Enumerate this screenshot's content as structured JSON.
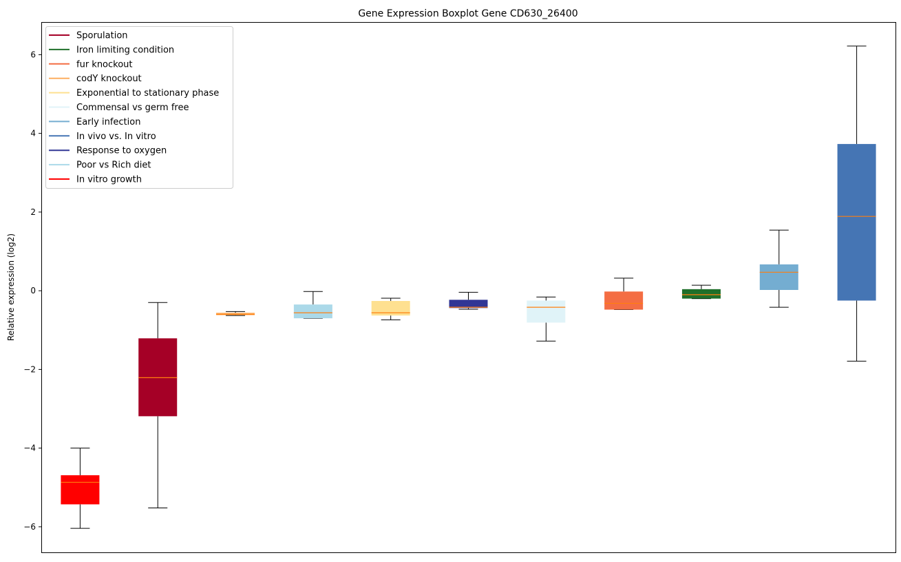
{
  "chart_data": {
    "type": "boxplot",
    "title": "Gene Expression Boxplot Gene CD630_26400",
    "xlabel": "",
    "ylabel": "Relative expression (log2)",
    "ylim": [
      -6.65,
      6.83
    ],
    "yticks": [
      -6,
      -4,
      -2,
      0,
      2,
      4,
      6
    ],
    "ytick_labels": [
      "−6",
      "−4",
      "−2",
      "0",
      "2",
      "4",
      "6"
    ],
    "grid": false,
    "legend_position": "top-left",
    "median_color": "#ff7f0e",
    "legend": [
      {
        "label": "Sporulation",
        "color": "#a50026"
      },
      {
        "label": "Iron limiting condition",
        "color": "#1f6f2a"
      },
      {
        "label": "fur knockout",
        "color": "#f46d43"
      },
      {
        "label": "codY knockout",
        "color": "#fdae61"
      },
      {
        "label": "Exponential to stationary phase",
        "color": "#fee090"
      },
      {
        "label": "Commensal vs germ free",
        "color": "#e0f3f8"
      },
      {
        "label": "Early infection",
        "color": "#74add1"
      },
      {
        "label": "In vivo vs. In vitro",
        "color": "#4575b4"
      },
      {
        "label": "Response to oxygen",
        "color": "#313695"
      },
      {
        "label": "Poor vs Rich diet",
        "color": "#abd9e9"
      },
      {
        "label": "In vitro growth",
        "color": "#ff0000"
      }
    ],
    "boxes": [
      {
        "name": "In vitro growth",
        "color": "#ff0000",
        "whisker_low": -6.04,
        "q1": -5.43,
        "median": -4.87,
        "q3": -4.69,
        "whisker_high": -4.0
      },
      {
        "name": "Sporulation",
        "color": "#a50026",
        "whisker_low": -5.52,
        "q1": -3.19,
        "median": -2.21,
        "q3": -1.21,
        "whisker_high": -0.3
      },
      {
        "name": "codY knockout",
        "color": "#fdae61",
        "whisker_low": -0.63,
        "q1": -0.62,
        "median": -0.6,
        "q3": -0.56,
        "whisker_high": -0.53
      },
      {
        "name": "Poor vs Rich diet",
        "color": "#abd9e9",
        "whisker_low": -0.7,
        "q1": -0.7,
        "median": -0.56,
        "q3": -0.35,
        "whisker_high": -0.02
      },
      {
        "name": "Exponential to stationary phase",
        "color": "#fee090",
        "whisker_low": -0.74,
        "q1": -0.63,
        "median": -0.56,
        "q3": -0.26,
        "whisker_high": -0.19
      },
      {
        "name": "Response to oxygen",
        "color": "#313695",
        "whisker_low": -0.47,
        "q1": -0.44,
        "median": -0.42,
        "q3": -0.23,
        "whisker_high": -0.04
      },
      {
        "name": "Commensal vs germ free",
        "color": "#e0f3f8",
        "whisker_low": -1.28,
        "q1": -0.81,
        "median": -0.42,
        "q3": -0.25,
        "whisker_high": -0.16
      },
      {
        "name": "fur knockout",
        "color": "#f46d43",
        "whisker_low": -0.48,
        "q1": -0.48,
        "median": -0.32,
        "q3": -0.02,
        "whisker_high": 0.32
      },
      {
        "name": "Iron limiting condition",
        "color": "#1f6f2a",
        "whisker_low": -0.2,
        "q1": -0.2,
        "median": -0.1,
        "q3": 0.04,
        "whisker_high": 0.14
      },
      {
        "name": "Early infection",
        "color": "#74add1",
        "whisker_low": -0.42,
        "q1": 0.02,
        "median": 0.47,
        "q3": 0.67,
        "whisker_high": 1.54
      },
      {
        "name": "In vivo vs. In vitro",
        "color": "#4575b4",
        "whisker_low": -1.79,
        "q1": -0.25,
        "median": 1.89,
        "q3": 3.73,
        "whisker_high": 6.22
      }
    ]
  }
}
